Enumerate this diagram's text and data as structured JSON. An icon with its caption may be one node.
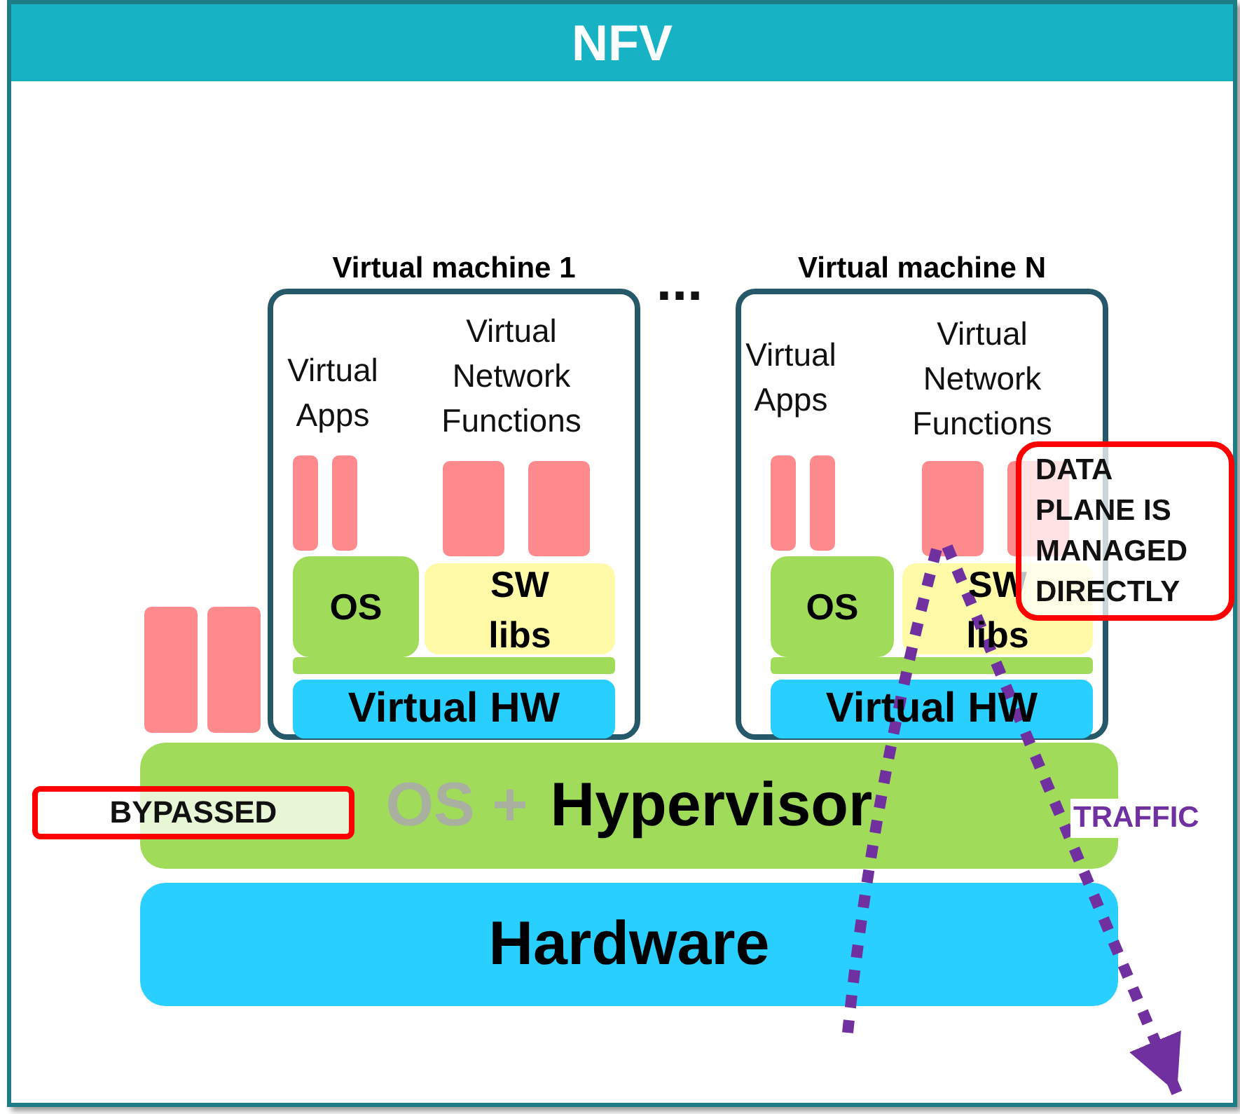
{
  "diagram": {
    "nodes": [
      {
        "text": [
          "NFV"
        ]
      },
      {
        "text": [
          "Virtual machine 1"
        ],
        "in": 0
      },
      {
        "text": [],
        "shape": "bar",
        "in": 1
      },
      {
        "text": [],
        "shape": "bar",
        "in": 1
      },
      {
        "text": [],
        "shape": "bar",
        "in": 1
      },
      {
        "text": [],
        "shape": "bar",
        "in": 1
      },
      {
        "text": [
          "OS"
        ],
        "in": 1
      },
      {
        "text": [
          "SW libs"
        ],
        "in": 1
      },
      {
        "text": [],
        "shape": "bar",
        "in": 1
      },
      {
        "text": [
          "Virtual HW"
        ],
        "in": 1
      },
      {
        "text": [
          "Virtual machine N"
        ],
        "in": 0
      },
      {
        "text": [],
        "shape": "bar",
        "in": 10
      },
      {
        "text": [],
        "shape": "bar",
        "in": 10
      },
      {
        "text": [],
        "shape": "bar",
        "in": 10
      },
      {
        "text": [],
        "shape": "bar",
        "in": 10
      },
      {
        "text": [
          "DATA PLANE IS MANAGED DIRECTLY"
        ],
        "in": 0
      },
      {
        "text": [
          "OS"
        ],
        "in": 10
      },
      {
        "text": [
          "SW libs"
        ],
        "in": 10
      },
      {
        "text": [],
        "shape": "bar",
        "in": 10
      },
      {
        "text": [
          "Virtual HW"
        ],
        "in": 10
      },
      {
        "text": [],
        "shape": "bar",
        "in": 0
      },
      {
        "text": [],
        "shape": "bar",
        "in": 0
      },
      {
        "text": [
          "OS +",
          "Hypervisor"
        ],
        "in": 0
      },
      {
        "text": [
          "BYPASSED"
        ],
        "in": 0
      },
      {
        "text": [
          "Hardware"
        ],
        "in": 0
      }
    ],
    "edges": [
      {
        "from": null,
        "to": 13,
        "arrow": "none",
        "style": "dashed",
        "color": "#7030a0"
      },
      {
        "from": 13,
        "to": null,
        "arrow": "to",
        "label": "TRAFFIC",
        "style": "dashed",
        "color": "#7030a0"
      }
    ],
    "labels": [
      "Virtual Apps",
      "Virtual Network Functions",
      "...",
      "Virtual Apps",
      "Virtual Network Functions"
    ]
  }
}
